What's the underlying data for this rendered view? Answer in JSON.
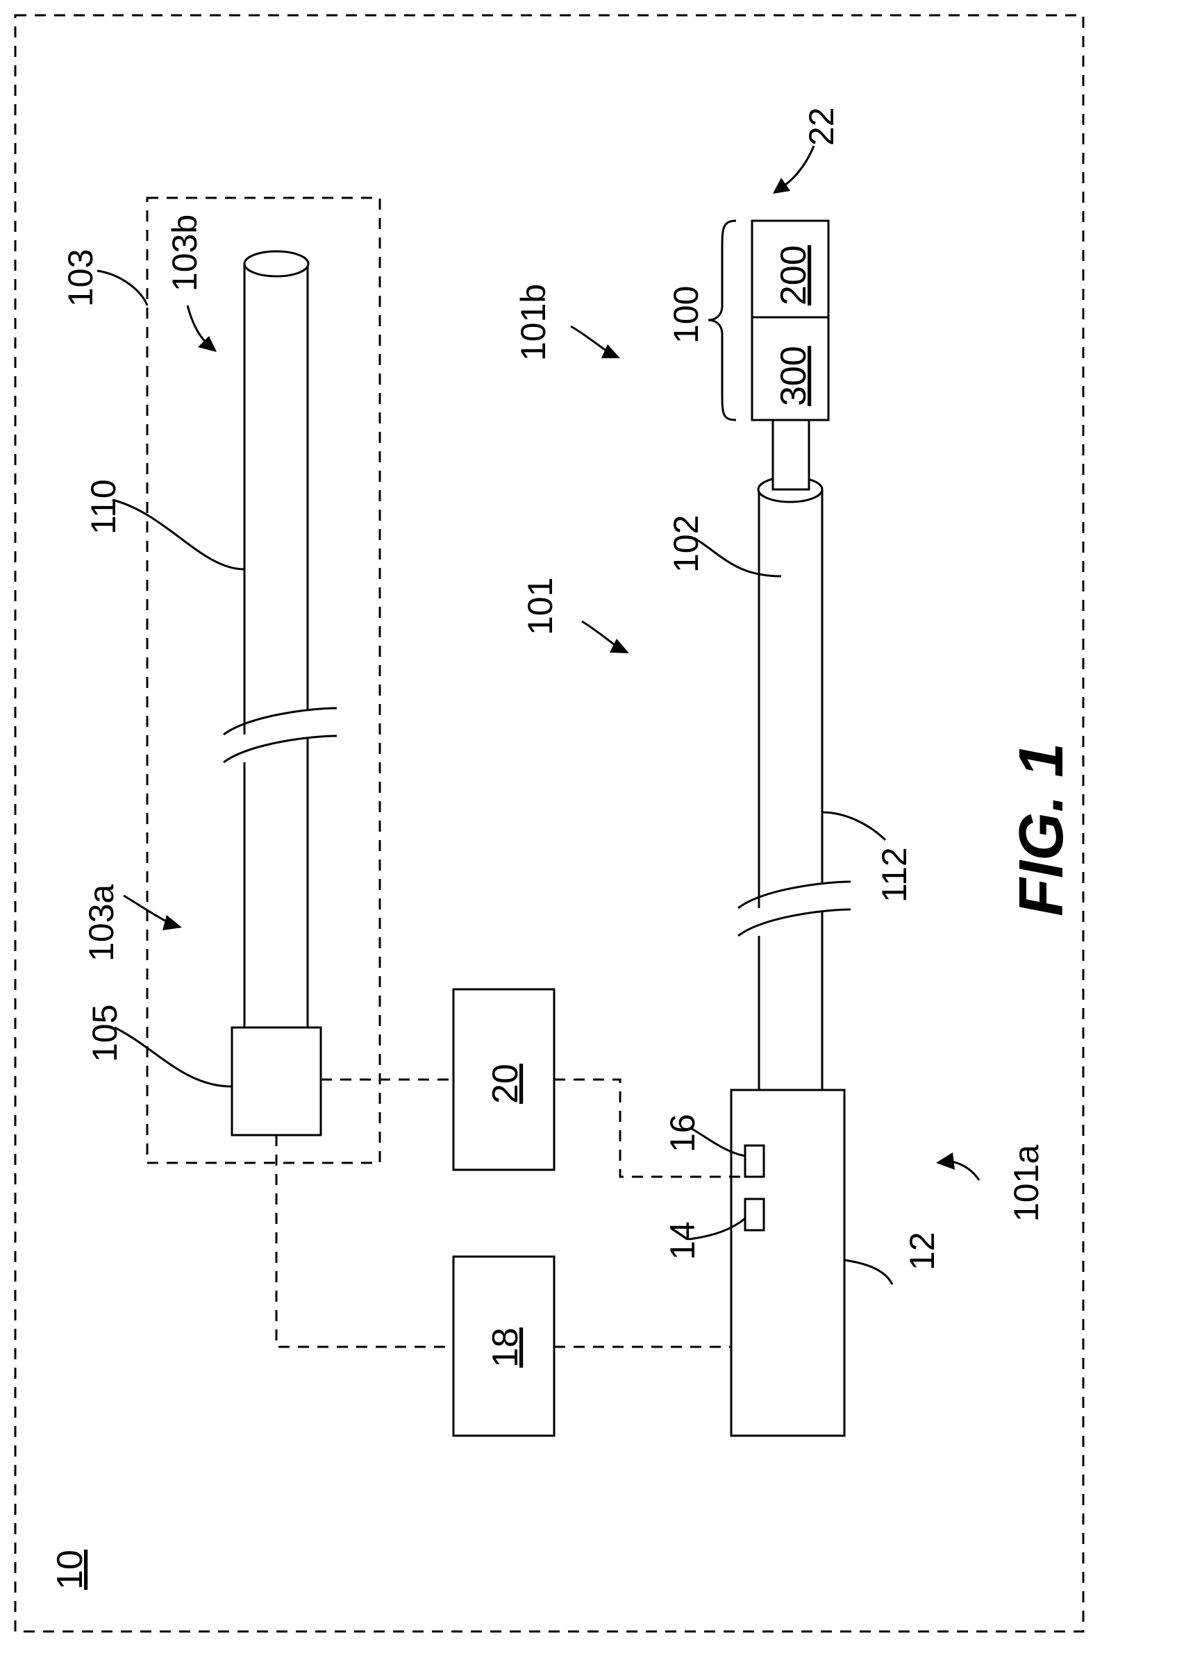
{
  "figure_title": "FIG. 1",
  "system": {
    "label": "10"
  },
  "outer_assembly": {
    "label": "103",
    "proximal_region": "103a",
    "distal_region": "103b",
    "shaft": "110",
    "hub": "105"
  },
  "catheter": {
    "label": "101",
    "proximal_region": "101a",
    "distal_region": "101b",
    "tube": "102",
    "shaft": "112",
    "handle": "12",
    "port_a": "16",
    "port_b": "14"
  },
  "components": {
    "box_20": "20",
    "box_18": "18"
  },
  "distal_head": {
    "label": "22",
    "group": "100",
    "section_a": "200",
    "section_b": "300"
  }
}
